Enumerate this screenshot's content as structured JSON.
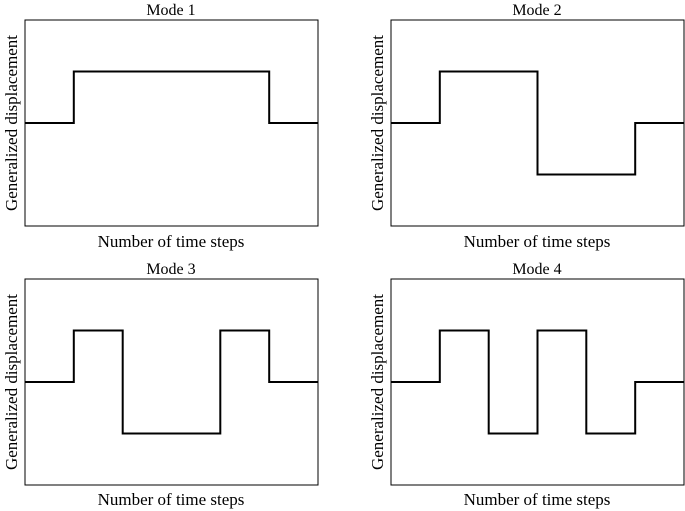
{
  "chart_data": [
    {
      "type": "line",
      "title": "Mode 1",
      "xlabel": "Number of time steps",
      "ylabel": "Generalized displacement",
      "ylim": [
        -2,
        2
      ],
      "series": [
        {
          "x": [
            0,
            1,
            1,
            5,
            5,
            6
          ],
          "y": [
            0,
            0,
            1,
            1,
            0,
            0
          ]
        }
      ]
    },
    {
      "type": "line",
      "title": "Mode 2",
      "xlabel": "Number of time steps",
      "ylabel": "Generalized displacement",
      "ylim": [
        -2,
        2
      ],
      "series": [
        {
          "x": [
            0,
            1,
            1,
            3,
            3,
            5,
            5,
            6
          ],
          "y": [
            0,
            0,
            1,
            1,
            -1,
            -1,
            0,
            0
          ]
        }
      ]
    },
    {
      "type": "line",
      "title": "Mode 3",
      "xlabel": "Number of time steps",
      "ylabel": "Generalized displacement",
      "ylim": [
        -2,
        2
      ],
      "series": [
        {
          "x": [
            0,
            1,
            1,
            2,
            2,
            4,
            4,
            5,
            5,
            6
          ],
          "y": [
            0,
            0,
            1,
            1,
            -1,
            -1,
            1,
            1,
            0,
            0
          ]
        }
      ]
    },
    {
      "type": "line",
      "title": "Mode 4",
      "xlabel": "Number of time steps",
      "ylabel": "Generalized displacement",
      "ylim": [
        -2,
        2
      ],
      "series": [
        {
          "x": [
            0,
            1,
            1,
            2,
            2,
            3,
            3,
            4,
            4,
            5,
            5,
            6
          ],
          "y": [
            0,
            0,
            1,
            1,
            -1,
            -1,
            1,
            1,
            -1,
            -1,
            0,
            0
          ]
        }
      ]
    }
  ]
}
